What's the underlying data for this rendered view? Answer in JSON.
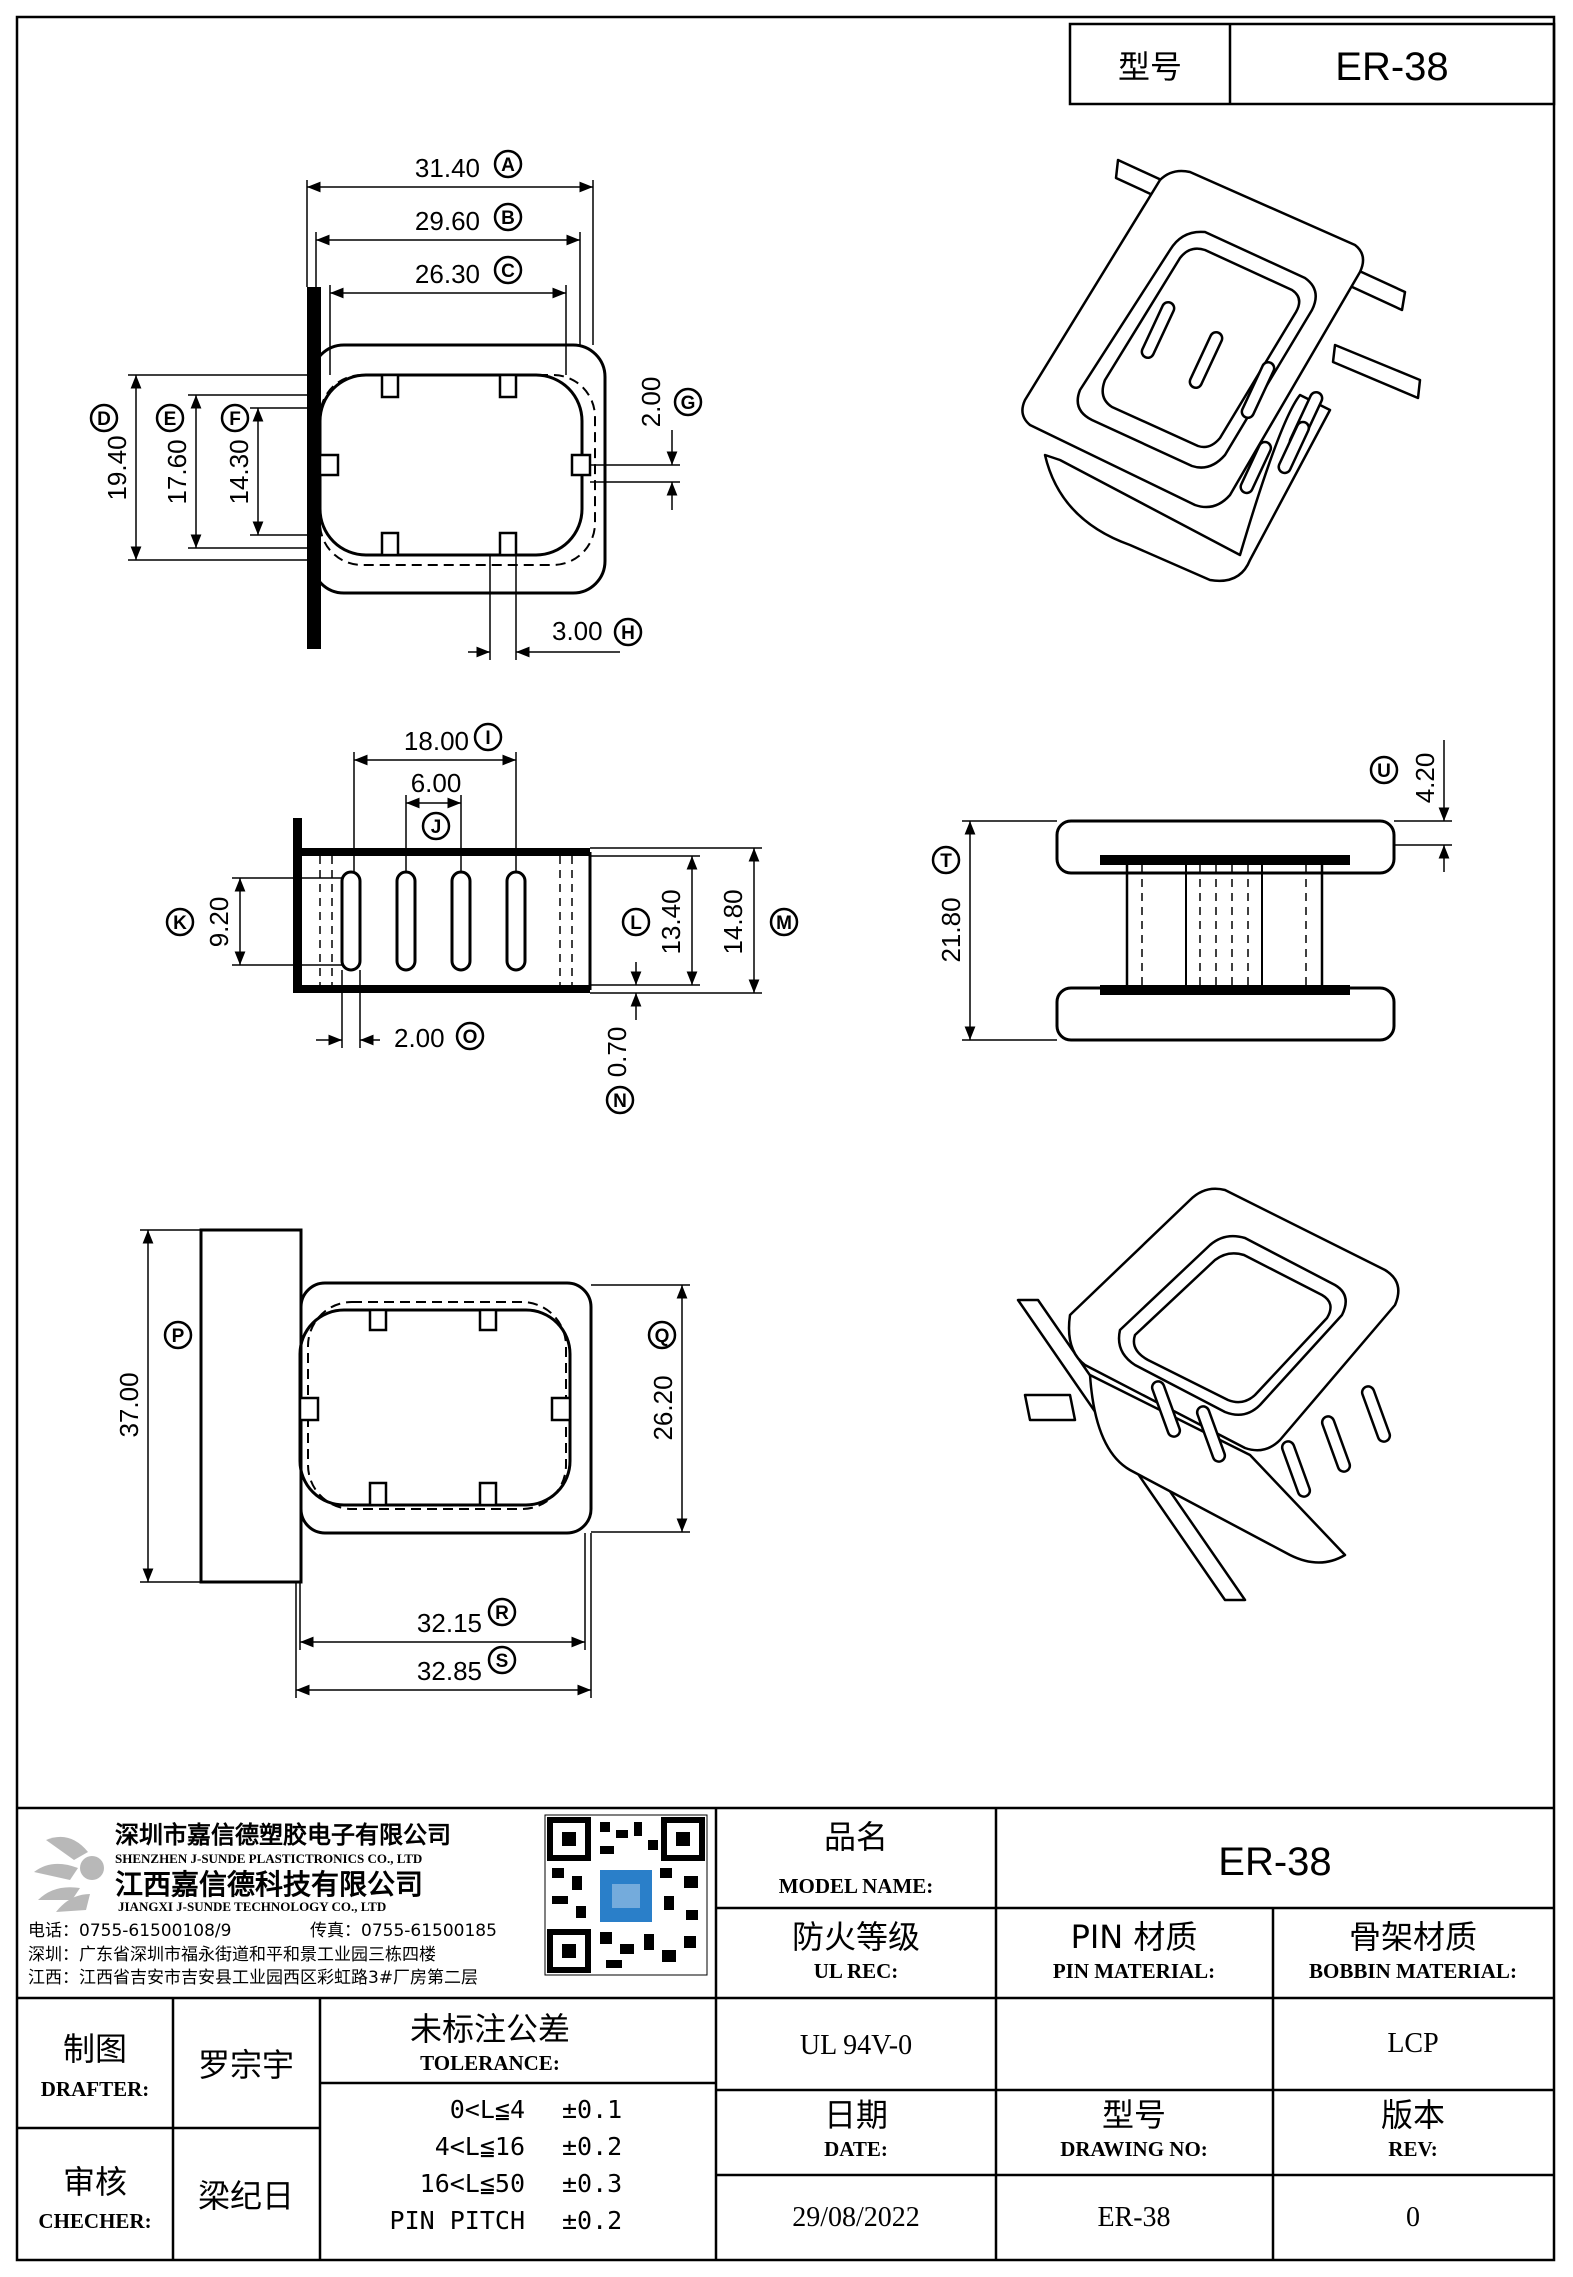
{
  "header": {
    "model_label": "型号",
    "model_value": "ER-38"
  },
  "dimensions": {
    "A": "31.40",
    "B": "29.60",
    "C": "26.30",
    "D": "19.40",
    "E": "17.60",
    "F": "14.30",
    "G": "2.00",
    "H": "3.00",
    "I": "18.00",
    "J": "6.00",
    "K": "9.20",
    "L": "13.40",
    "M": "14.80",
    "N": "0.70",
    "O": "2.00",
    "P": "37.00",
    "Q": "26.20",
    "R": "32.15",
    "S": "32.85",
    "T": "21.80",
    "U": "4.20"
  },
  "company": {
    "name_sz": "深圳市嘉信德塑胶电子有限公司",
    "name_sz_en": "SHENZHEN J-SUNDE PLASTICTRONICS CO., LTD",
    "name_jx": "江西嘉信德科技有限公司",
    "name_jx_en": "JIANGXI J-SUNDE TECHNOLOGY CO., LTD",
    "tel": "电话：0755-61500108/9",
    "fax": "传真：0755-61500185",
    "addr_sz": "深圳：广东省深圳市福永街道和平和景工业园三栋四楼",
    "addr_jx": "江西：江西省吉安市吉安县工业园西区彩虹路3#厂房第二层"
  },
  "title_block": {
    "model_name_cn": "品名",
    "model_name_en": "MODEL NAME:",
    "model_name_value": "ER-38",
    "ul_cn": "防火等级",
    "ul_en": "UL REC:",
    "ul_value": "UL 94V-0",
    "pin_cn": "PIN 材质",
    "pin_en": "PIN MATERIAL:",
    "pin_value": "",
    "bobbin_cn": "骨架材质",
    "bobbin_en": "BOBBIN MATERIAL:",
    "bobbin_value": "LCP",
    "drafter_cn": "制图",
    "drafter_en": "DRAFTER:",
    "drafter_value": "罗宗宇",
    "checker_cn": "审核",
    "checker_en": "CHECHER:",
    "checker_value": "梁纪日",
    "tolerance_cn": "未标注公差",
    "tolerance_en": "TOLERANCE:",
    "tolerances": [
      {
        "range": "0<L≦4",
        "value": "±0.1"
      },
      {
        "range": "4<L≦16",
        "value": "±0.2"
      },
      {
        "range": "16<L≦50",
        "value": "±0.3"
      },
      {
        "range": "PIN PITCH",
        "value": "±0.2"
      }
    ],
    "date_cn": "日期",
    "date_en": "DATE:",
    "date_value": "29/08/2022",
    "drawing_cn": "型号",
    "drawing_en": "DRAWING NO:",
    "drawing_value": "ER-38",
    "rev_cn": "版本",
    "rev_en": "REV:",
    "rev_value": "0"
  },
  "colors": {
    "line": "#000000",
    "logo_grey": "#b8b8b8",
    "qr_accent": "#2a7fc9"
  }
}
